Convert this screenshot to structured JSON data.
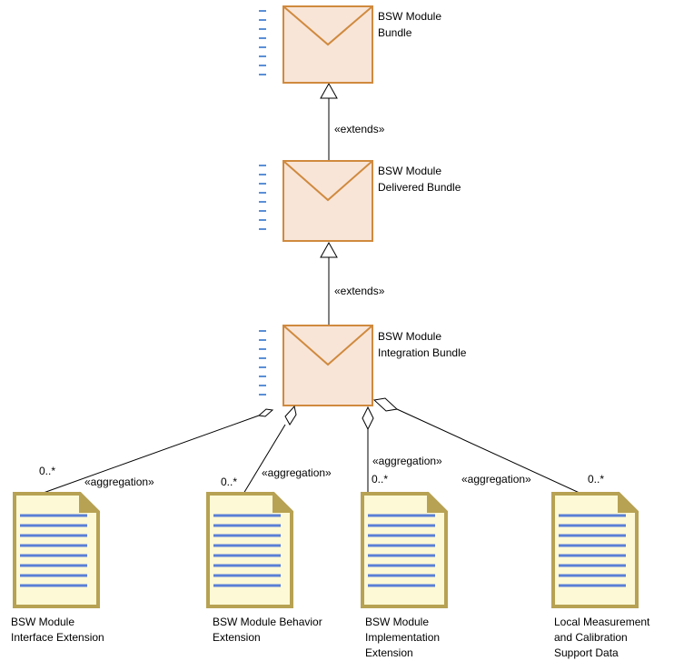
{
  "colors": {
    "package_fill": "#f8e5d8",
    "package_stroke": "#d08a3e",
    "dash_blue": "#5b8fd6",
    "doc_fill": "#fdf9d6",
    "doc_stroke": "#b7a253",
    "doc_line": "#5b7fd6"
  },
  "packages": [
    {
      "line1": "BSW Module",
      "line2": "Bundle"
    },
    {
      "line1": "BSW Module",
      "line2": "Delivered Bundle"
    },
    {
      "line1": "BSW Module",
      "line2": "Integration Bundle"
    }
  ],
  "extends_labels": [
    "«extends»",
    "«extends»"
  ],
  "documents": [
    {
      "lines": [
        "BSW Module",
        "Interface Extension"
      ]
    },
    {
      "lines": [
        "BSW Module Behavior",
        "Extension"
      ]
    },
    {
      "lines": [
        "BSW Module",
        "Implementation",
        "Extension"
      ]
    },
    {
      "lines": [
        "Local Measurement",
        "and Calibration",
        "Support Data"
      ]
    }
  ],
  "aggregations": [
    {
      "label": "«aggregation»",
      "multiplicity": "0..*"
    },
    {
      "label": "«aggregation»",
      "multiplicity": "0..*"
    },
    {
      "label": "«aggregation»",
      "multiplicity": "0..*"
    },
    {
      "label": "«aggregation»",
      "multiplicity": "0..*"
    }
  ]
}
